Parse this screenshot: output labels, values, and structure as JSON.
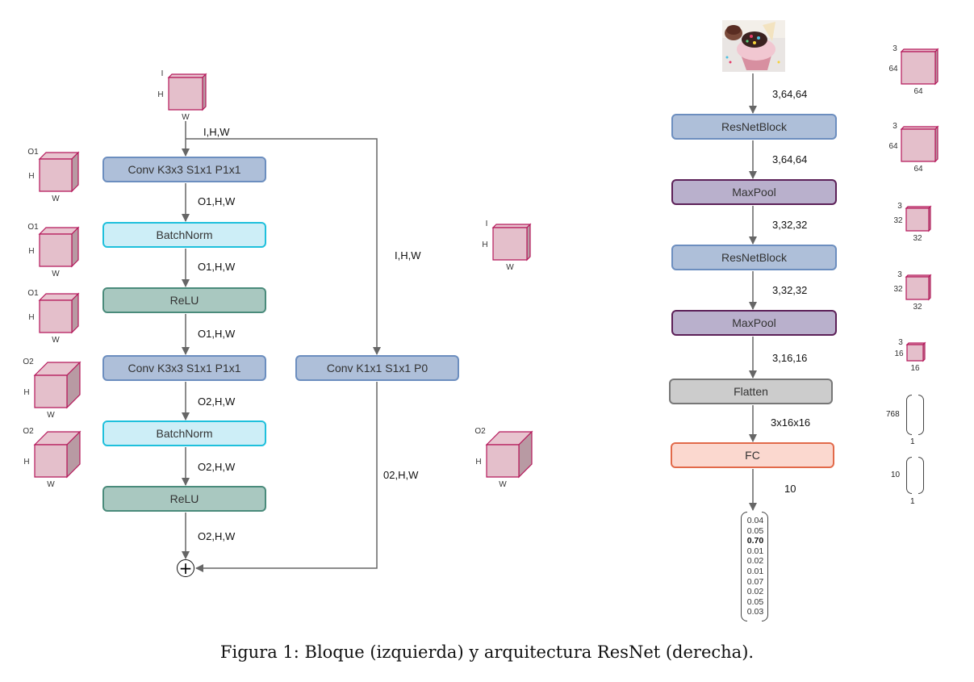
{
  "caption": "Figura 1: Bloque (izquierda) y arquitectura ResNet (derecha).",
  "block": {
    "input_cube": {
      "c": "I",
      "h": "H",
      "w": "W"
    },
    "input_label": "I,H,W",
    "layers": [
      {
        "label": "Conv K3x3 S1x1 P1x1",
        "kind": "conv",
        "out": "O1,H,W",
        "cube": {
          "c": "O1",
          "h": "H",
          "w": "W"
        }
      },
      {
        "label": "BatchNorm",
        "kind": "bn",
        "out": "O1,H,W",
        "cube": {
          "c": "O1",
          "h": "H",
          "w": "W"
        }
      },
      {
        "label": "ReLU",
        "kind": "relu",
        "out": "O1,H,W",
        "cube": {
          "c": "O1",
          "h": "H",
          "w": "W"
        }
      },
      {
        "label": "Conv K3x3 S1x1 P1x1",
        "kind": "conv",
        "out": "O2,H,W",
        "cube": {
          "c": "O2",
          "h": "H",
          "w": "W"
        }
      },
      {
        "label": "BatchNorm",
        "kind": "bn",
        "out": "O2,H,W",
        "cube": {
          "c": "O2",
          "h": "H",
          "w": "W"
        }
      },
      {
        "label": "ReLU",
        "kind": "relu",
        "out": "O2,H,W"
      }
    ],
    "skip": {
      "in_label": "I,H,W",
      "in_cube": {
        "c": "I",
        "h": "H",
        "w": "W"
      },
      "conv_label": "Conv K1x1 S1x1 P0",
      "out_label": "02,H,W",
      "out_cube": {
        "c": "O2",
        "h": "H",
        "w": "W"
      }
    },
    "sum_symbol": "+"
  },
  "architecture": {
    "input_image": "cupcake-photo",
    "layers": [
      {
        "label": "ResNetBlock",
        "kind": "conv"
      },
      {
        "label": "MaxPool",
        "kind": "pool"
      },
      {
        "label": "ResNetBlock",
        "kind": "conv"
      },
      {
        "label": "MaxPool",
        "kind": "pool"
      },
      {
        "label": "Flatten",
        "kind": "flat"
      },
      {
        "label": "FC",
        "kind": "fc"
      }
    ],
    "edges": [
      "3,64,64",
      "3,64,64",
      "3,32,32",
      "3,32,32",
      "3,16,16",
      "3x16x16",
      "10"
    ],
    "shapes": [
      {
        "c": "3",
        "h": "64",
        "w": "64"
      },
      {
        "c": "3",
        "h": "64",
        "w": "64"
      },
      {
        "c": "3",
        "h": "32",
        "w": "32"
      },
      {
        "c": "3",
        "h": "32",
        "w": "32"
      },
      {
        "c": "3",
        "h": "16",
        "w": "16"
      }
    ],
    "vectors": [
      {
        "rows": "768",
        "cols": "1"
      },
      {
        "rows": "10",
        "cols": "1"
      }
    ],
    "output_probs": [
      "0.04",
      "0.05",
      "0.70",
      "0.01",
      "0.02",
      "0.01",
      "0.07",
      "0.02",
      "0.05",
      "0.03"
    ],
    "highlight_index": 2
  }
}
